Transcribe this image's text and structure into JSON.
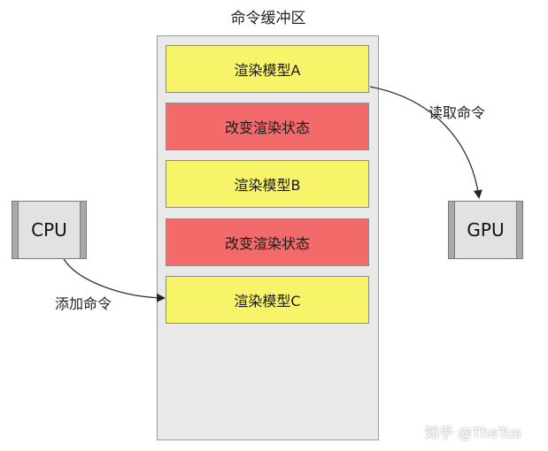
{
  "buffer": {
    "title": "命令缓冲区"
  },
  "commands": [
    {
      "label": "渲染模型A",
      "kind": "render"
    },
    {
      "label": "改变渲染状态",
      "kind": "state"
    },
    {
      "label": "渲染模型B",
      "kind": "render"
    },
    {
      "label": "改变渲染状态",
      "kind": "state"
    },
    {
      "label": "渲染模型C",
      "kind": "render"
    }
  ],
  "nodes": {
    "cpu": "CPU",
    "gpu": "GPU"
  },
  "edges": {
    "add_command": "添加命令",
    "read_command": "读取命令"
  },
  "watermark": "知乎 @TheTus",
  "colors": {
    "render": "#f7f46a",
    "state": "#f26a6a",
    "buffer": "#e9e9e9"
  }
}
